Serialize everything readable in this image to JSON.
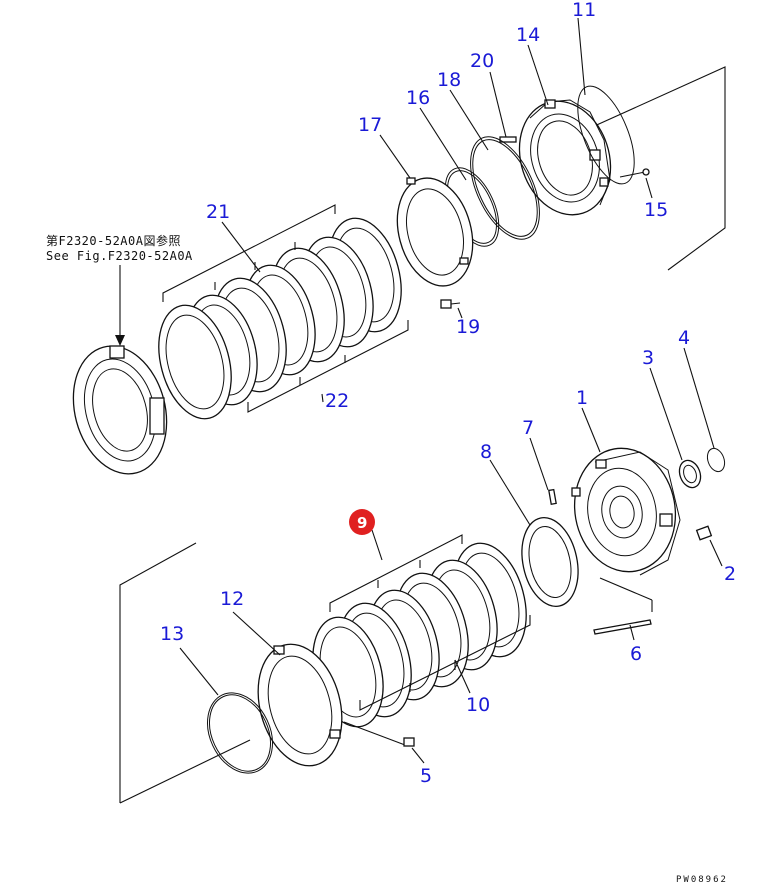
{
  "reference": {
    "line1": "第F2320-52A0A図参照",
    "line2": "See Fig.F2320-52A0A"
  },
  "callouts": {
    "c1": "1",
    "c2": "2",
    "c3": "3",
    "c4": "4",
    "c5": "5",
    "c6": "6",
    "c7": "7",
    "c8": "8",
    "c9": "9",
    "c10": "10",
    "c11": "11",
    "c12": "12",
    "c13": "13",
    "c14": "14",
    "c15": "15",
    "c16": "16",
    "c17": "17",
    "c18": "18",
    "c19": "19",
    "c20": "20",
    "c21": "21",
    "c22": "22"
  },
  "highlight": {
    "callout": "9",
    "color": "#e02020"
  },
  "label_color": "#1a1ad6",
  "drawing_code": "PW08962"
}
